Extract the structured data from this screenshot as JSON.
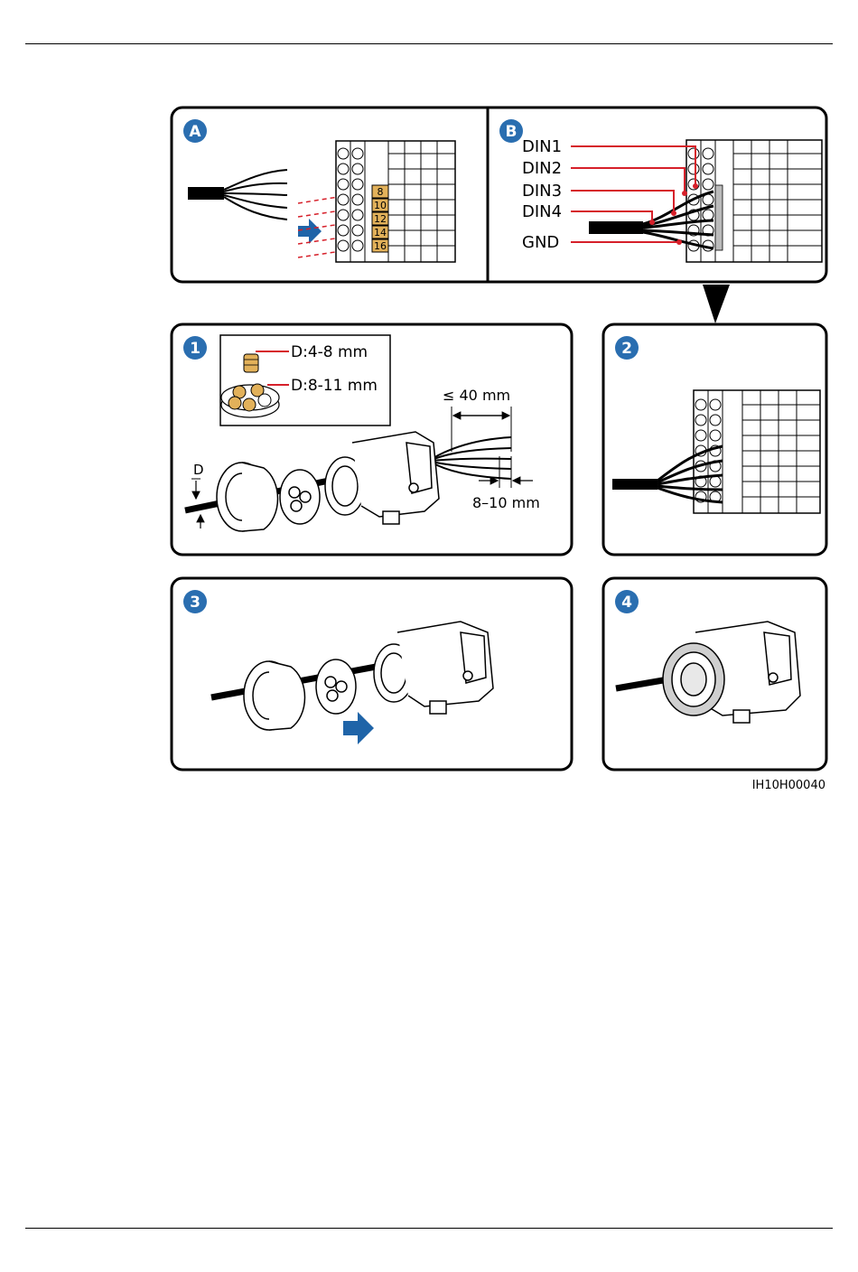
{
  "panels": {
    "A": {
      "badge": "A",
      "terminal_numbers": [
        "8",
        "10",
        "12",
        "14",
        "16"
      ]
    },
    "B": {
      "badge": "B",
      "signals": [
        "DIN1",
        "DIN2",
        "DIN3",
        "DIN4",
        "GND"
      ]
    },
    "step1": {
      "badge": "1",
      "hole_small": "D:4-8 mm",
      "hole_large": "D:8-11 mm",
      "strip_length": "≤ 40 mm",
      "strip_end": "8–10 mm",
      "diameter_label": "D"
    },
    "step2": {
      "badge": "2"
    },
    "step3": {
      "badge": "3"
    },
    "step4": {
      "badge": "4"
    }
  },
  "figure_id": "IH10H00040",
  "colors": {
    "badge": "#2a6eb0",
    "arrow": "#1f64a8",
    "callout": "#d6202a",
    "terminal_tag": "#e2b15a"
  }
}
